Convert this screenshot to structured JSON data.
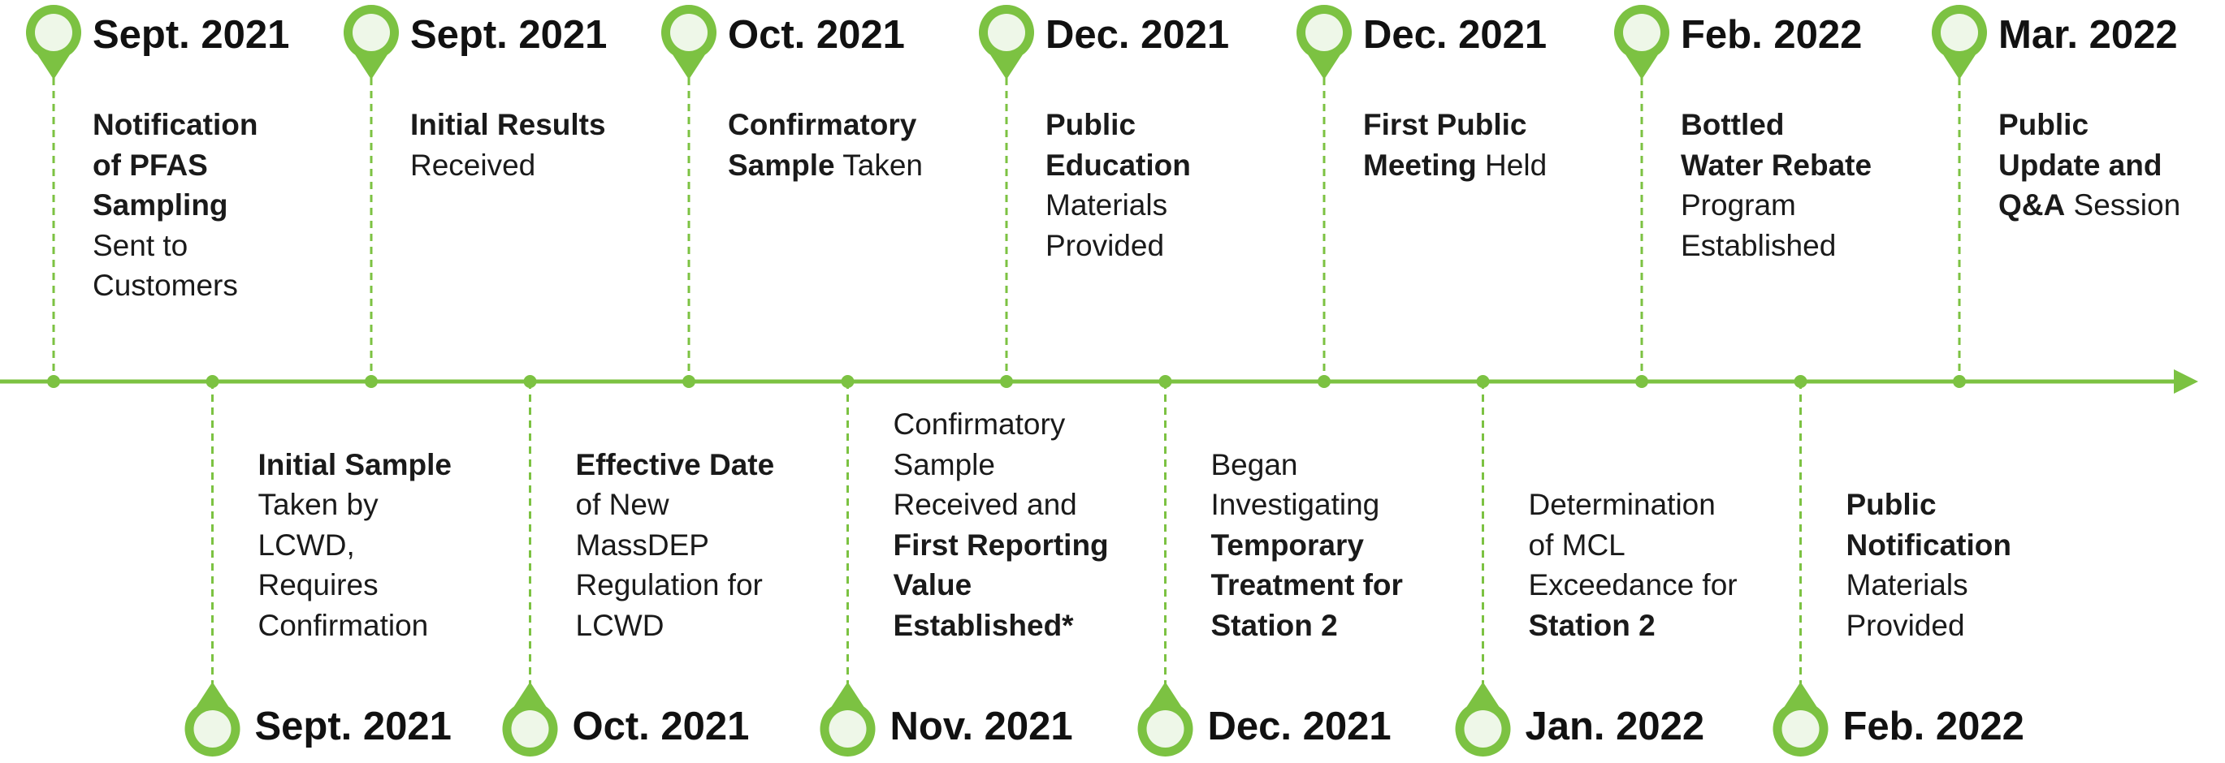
{
  "timeline": {
    "accent_color": "#7cc242",
    "pin_fill_color": "#eef7e8",
    "top_events": [
      {
        "date": "Sept. 2021",
        "lines": [
          [
            {
              "t": "Notification",
              "b": true
            }
          ],
          [
            {
              "t": "of PFAS",
              "b": true
            }
          ],
          [
            {
              "t": "Sampling",
              "b": true
            }
          ],
          [
            {
              "t": "Sent to",
              "b": false
            }
          ],
          [
            {
              "t": "Customers",
              "b": false
            }
          ]
        ]
      },
      {
        "date": "Sept. 2021",
        "lines": [
          [
            {
              "t": "Initial Results",
              "b": true
            }
          ],
          [
            {
              "t": "Received",
              "b": false
            }
          ]
        ]
      },
      {
        "date": "Oct. 2021",
        "lines": [
          [
            {
              "t": "Confirmatory",
              "b": true
            }
          ],
          [
            {
              "t": "Sample",
              "b": true
            },
            {
              "t": " Taken",
              "b": false
            }
          ]
        ]
      },
      {
        "date": "Dec. 2021",
        "lines": [
          [
            {
              "t": "Public",
              "b": true
            }
          ],
          [
            {
              "t": "Education",
              "b": true
            }
          ],
          [
            {
              "t": "Materials",
              "b": false
            }
          ],
          [
            {
              "t": "Provided",
              "b": false
            }
          ]
        ]
      },
      {
        "date": "Dec. 2021",
        "lines": [
          [
            {
              "t": "First Public",
              "b": true
            }
          ],
          [
            {
              "t": "Meeting",
              "b": true
            },
            {
              "t": " Held",
              "b": false
            }
          ]
        ]
      },
      {
        "date": "Feb. 2022",
        "lines": [
          [
            {
              "t": "Bottled",
              "b": true
            }
          ],
          [
            {
              "t": "Water Rebate",
              "b": true
            }
          ],
          [
            {
              "t": "Program",
              "b": false
            }
          ],
          [
            {
              "t": "Established",
              "b": false
            }
          ]
        ]
      },
      {
        "date": "Mar. 2022",
        "lines": [
          [
            {
              "t": "Public",
              "b": true
            }
          ],
          [
            {
              "t": "Update and",
              "b": true
            }
          ],
          [
            {
              "t": "Q&A",
              "b": true
            },
            {
              "t": " Session",
              "b": false
            }
          ]
        ]
      }
    ],
    "bottom_events": [
      {
        "date": "Sept. 2021",
        "lines": [
          [
            {
              "t": "Initial Sample",
              "b": true
            }
          ],
          [
            {
              "t": "Taken by",
              "b": false
            }
          ],
          [
            {
              "t": "LCWD,",
              "b": false
            }
          ],
          [
            {
              "t": "Requires",
              "b": false
            }
          ],
          [
            {
              "t": "Confirmation",
              "b": false
            }
          ]
        ]
      },
      {
        "date": "Oct. 2021",
        "lines": [
          [
            {
              "t": "Effective Date",
              "b": true
            }
          ],
          [
            {
              "t": "of New",
              "b": false
            }
          ],
          [
            {
              "t": "MassDEP",
              "b": false
            }
          ],
          [
            {
              "t": "Regulation for",
              "b": false
            }
          ],
          [
            {
              "t": "LCWD",
              "b": false
            }
          ]
        ]
      },
      {
        "date": "Nov. 2021",
        "lines": [
          [
            {
              "t": "Confirmatory",
              "b": false
            }
          ],
          [
            {
              "t": "Sample",
              "b": false
            }
          ],
          [
            {
              "t": "Received and",
              "b": false
            }
          ],
          [
            {
              "t": "First Reporting",
              "b": true
            }
          ],
          [
            {
              "t": "Value",
              "b": true
            }
          ],
          [
            {
              "t": "Established*",
              "b": true
            }
          ]
        ]
      },
      {
        "date": "Dec. 2021",
        "lines": [
          [
            {
              "t": "Began",
              "b": false
            }
          ],
          [
            {
              "t": "Investigating",
              "b": false
            }
          ],
          [
            {
              "t": "Temporary",
              "b": true
            }
          ],
          [
            {
              "t": "Treatment for",
              "b": true
            }
          ],
          [
            {
              "t": "Station 2",
              "b": true
            }
          ]
        ]
      },
      {
        "date": "Jan. 2022",
        "lines": [
          [
            {
              "t": "Determination",
              "b": false
            }
          ],
          [
            {
              "t": "of MCL",
              "b": false
            }
          ],
          [
            {
              "t": "Exceedance for",
              "b": false
            }
          ],
          [
            {
              "t": "Station 2",
              "b": true
            }
          ]
        ]
      },
      {
        "date": "Feb. 2022",
        "lines": [
          [
            {
              "t": "Public",
              "b": true
            }
          ],
          [
            {
              "t": "Notification",
              "b": true
            }
          ],
          [
            {
              "t": "Materials",
              "b": false
            }
          ],
          [
            {
              "t": "Provided",
              "b": false
            }
          ]
        ]
      }
    ]
  }
}
